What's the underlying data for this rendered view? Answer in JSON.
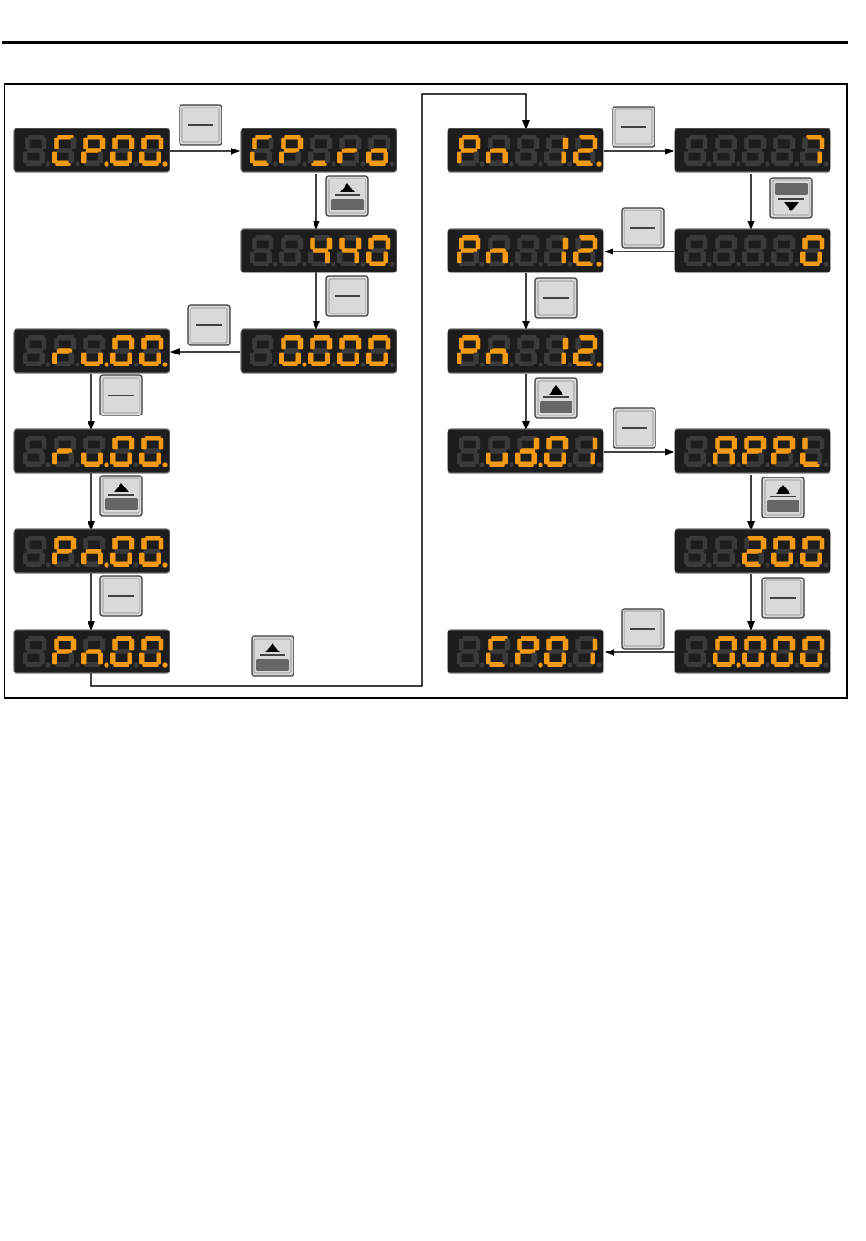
{
  "displays": [
    {
      "id": "cp00",
      "text": "CP.00."
    },
    {
      "id": "cpro",
      "text": "CP_ro"
    },
    {
      "id": "v440",
      "text": "440"
    },
    {
      "id": "v0000a",
      "text": "0.000"
    },
    {
      "id": "ru00a",
      "text": "ru.00."
    },
    {
      "id": "ru00b",
      "text": "ru.00."
    },
    {
      "id": "pn00a",
      "text": "Pn.00."
    },
    {
      "id": "pn00b",
      "text": "Pn.00."
    },
    {
      "id": "pn12a",
      "text": "Pn 12."
    },
    {
      "id": "v7",
      "text": "7"
    },
    {
      "id": "v0",
      "text": "0"
    },
    {
      "id": "pn12b",
      "text": "Pn 12."
    },
    {
      "id": "pn12c",
      "text": "Pn 12."
    },
    {
      "id": "ud01",
      "text": "ud.01"
    },
    {
      "id": "appl",
      "text": "APPL"
    },
    {
      "id": "v200",
      "text": "200"
    },
    {
      "id": "v0000b",
      "text": "0.000"
    },
    {
      "id": "cp01",
      "text": "CP.01"
    }
  ],
  "keys": [
    {
      "id": "k1",
      "type": "enter"
    },
    {
      "id": "k2",
      "type": "up"
    },
    {
      "id": "k3",
      "type": "enter"
    },
    {
      "id": "k4",
      "type": "enter"
    },
    {
      "id": "k5",
      "type": "enter"
    },
    {
      "id": "k6",
      "type": "up"
    },
    {
      "id": "k7",
      "type": "enter"
    },
    {
      "id": "k8",
      "type": "up"
    },
    {
      "id": "k9",
      "type": "enter"
    },
    {
      "id": "k10",
      "type": "down"
    },
    {
      "id": "k11",
      "type": "enter"
    },
    {
      "id": "k12",
      "type": "enter"
    },
    {
      "id": "k13",
      "type": "up"
    },
    {
      "id": "k14",
      "type": "enter"
    },
    {
      "id": "k15",
      "type": "up"
    },
    {
      "id": "k16",
      "type": "enter"
    },
    {
      "id": "k17",
      "type": "enter"
    }
  ],
  "colors": {
    "segment_on": "#f39a14",
    "segment_off": "#3a3a3a",
    "display_bg": "#1d1d1d"
  }
}
